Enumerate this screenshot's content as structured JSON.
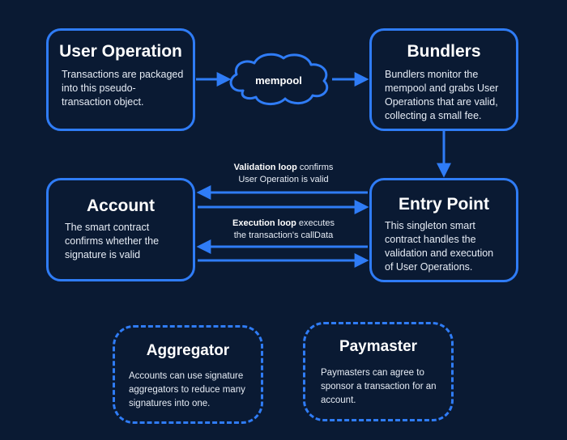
{
  "colors": {
    "background": "#0a1a33",
    "accent": "#2f7cf6",
    "text": "#ffffff"
  },
  "nodes": {
    "user_operation": {
      "title": "User Operation",
      "desc": [
        "Transactions are packaged",
        "into this pseudo-",
        "transaction object."
      ]
    },
    "mempool": {
      "label": "mempool"
    },
    "bundlers": {
      "title": "Bundlers",
      "desc": [
        "Bundlers monitor the",
        "mempool and grabs User",
        "Operations that are valid,",
        "collecting a small fee."
      ]
    },
    "account": {
      "title": "Account",
      "desc": [
        "The smart contract",
        "confirms whether the",
        "signature is valid"
      ]
    },
    "entry_point": {
      "title": "Entry Point",
      "desc": [
        "This singleton smart",
        "contract handles the",
        "validation and execution",
        "of User Operations."
      ]
    },
    "aggregator": {
      "title": "Aggregator",
      "desc": [
        "Accounts can use signature",
        "aggregators to reduce many",
        "signatures into one."
      ]
    },
    "paymaster": {
      "title": "Paymaster",
      "desc": [
        "Paymasters can agree to",
        "sponsor a transaction for an",
        "account."
      ]
    }
  },
  "edges": {
    "validation_loop": {
      "bold": "Validation loop",
      "rest": " confirms",
      "line2": "User Operation is valid"
    },
    "execution_loop": {
      "bold": "Execution loop",
      "rest": " executes",
      "line2": "the transaction's callData"
    }
  }
}
